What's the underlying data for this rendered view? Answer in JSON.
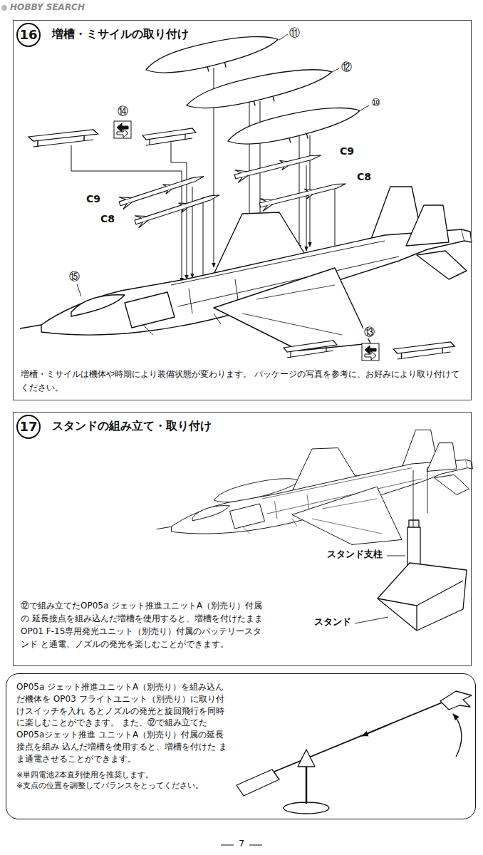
{
  "diagram": {
    "nodes": [
      {
        "text": [
          "増槽・ミサイルの取り付け",
          "増槽・ミサイルは機体や時期により装備状態が変わります。 パッケージの写真を参考に、お好みにより取り付けてください。"
        ]
      },
      {
        "text": [
          "16"
        ],
        "in": 0
      },
      {
        "text": [
          "スタンドの組み立て・取り付け",
          "⑫で組み立てたOP05a ジェット推進ユニットA（別売り）付属の 延長接点を組み込んだ増槽を使用すると、増槽を付けたまま OP01 F-15専用発光ユニット（別売り）付属のバッテリースタンド と通電、ノズルの発光を楽しむことができます。"
        ]
      },
      {
        "text": [
          "17"
        ],
        "in": 2
      },
      {
        "text": [
          "OP05a ジェット推進ユニットA（別売り）を組み込んだ機体を OP03 フライトユニット（別売り）に取り付けスイッチを入れ るとノズルの発光と旋回飛行を同時に楽しむことができます。 また、⑫で組み立てたOP05aジェット推進 ユニットA（別売り）付属の延長接点を組み 込んだ増槽を使用すると、増槽を付けた まま通電させることができます。",
          "※単四電池2本直列使用を推奨します。",
          "※支点の位置を調整してバランスをとってください。"
        ]
      }
    ],
    "labels": [
      "HOBBY SEARCH",
      "⑪",
      "⑫",
      "⑩",
      "⑭",
      "C9",
      "C8",
      "C9",
      "C8",
      "⑮",
      "⑬",
      "スタンド支柱",
      "スタンド",
      "7"
    ]
  }
}
